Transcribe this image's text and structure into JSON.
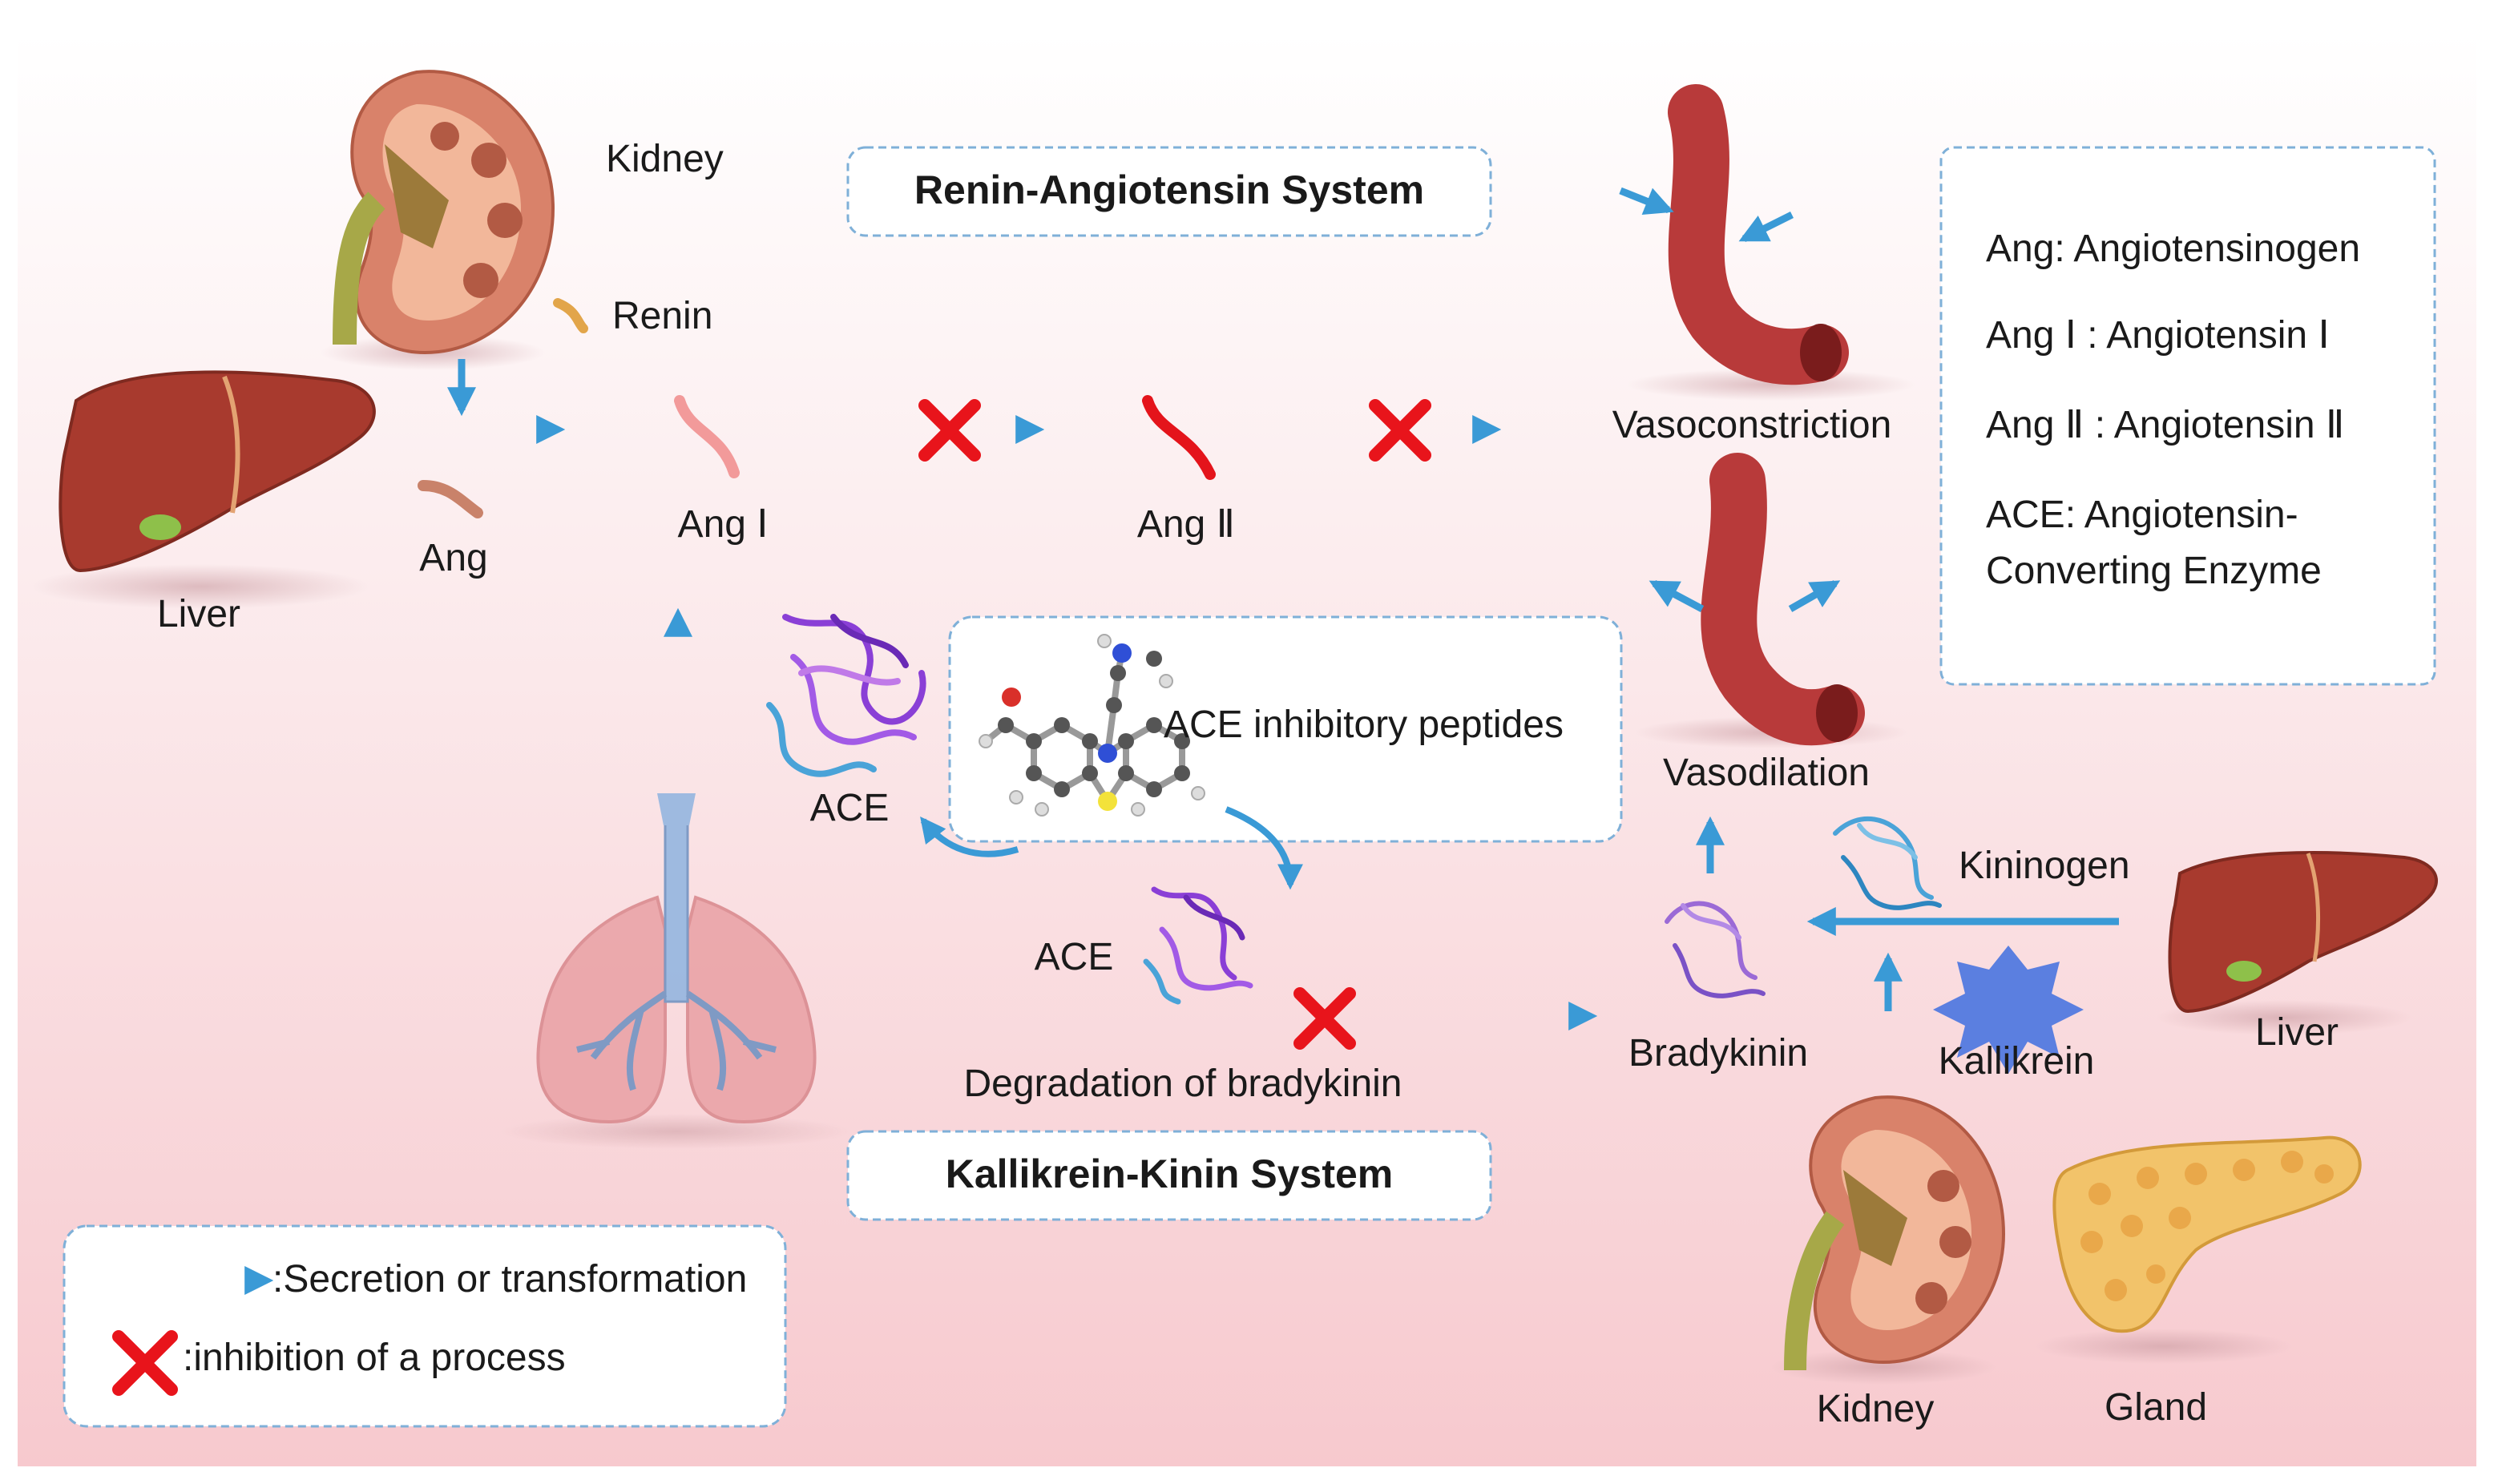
{
  "titles": {
    "ras": "Renin-Angiotensin System",
    "kks": "Kallikrein-Kinin System"
  },
  "labels": {
    "kidney_top": "Kidney",
    "renin": "Renin",
    "liver_left": "Liver",
    "ang": "Ang",
    "ang1": "Ang Ⅰ",
    "ang2": "Ang Ⅱ",
    "vasoconstriction": "Vasoconstriction",
    "vasodilation": "Vasodilation",
    "ace_left": "ACE",
    "ace_mid": "ACE",
    "ace_peptides": "ACE inhibitory peptides",
    "degradation": "Degradation of bradykinin",
    "bradykinin": "Bradykinin",
    "kininogen": "Kininogen",
    "kallikrein": "Kallikrein",
    "liver_right": "Liver",
    "kidney_bottom": "Kidney",
    "gland": "Gland"
  },
  "abbreviations": [
    "Ang: Angiotensinogen",
    "Ang Ⅰ : Angiotensin  Ⅰ",
    "Ang Ⅱ : Angiotensin  Ⅱ",
    "ACE: Angiotensin-",
    "Converting Enzyme"
  ],
  "legend": {
    "arrow": ":Secretion or transformation",
    "cross": ":inhibition of a process"
  },
  "colors": {
    "arrow": "#3a9ad6",
    "cross": "#e8141b",
    "vessel": "#b83a3a",
    "liver": "#a83a2e",
    "kidney": "#d9826a",
    "protein_purple": "#8a3fd6",
    "protein_blue": "#4aa3d8",
    "box_border": "#7fb0d8"
  }
}
